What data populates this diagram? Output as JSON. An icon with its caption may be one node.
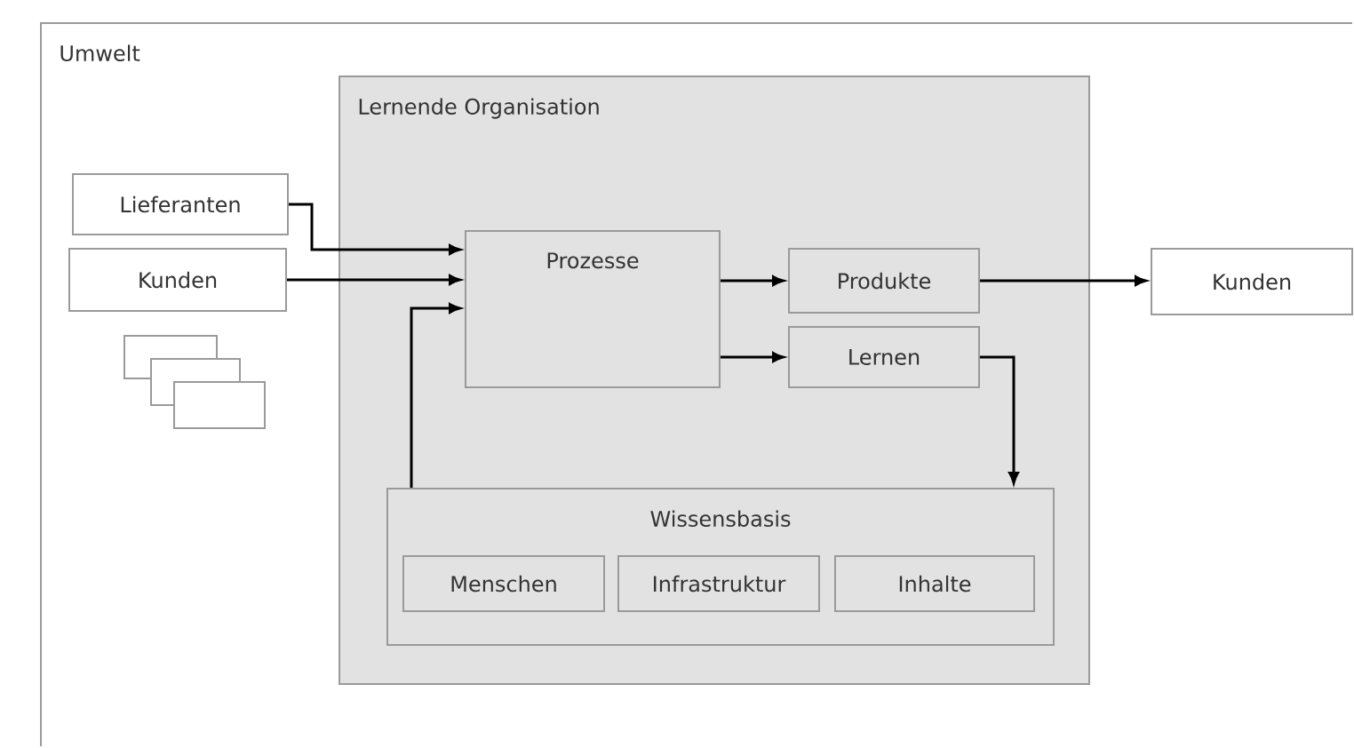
{
  "diagram": {
    "nodes": [
      {
        "text": [
          "Umwelt"
        ]
      },
      {
        "text": [
          "Lernende Organisation"
        ],
        "in": 0
      },
      {
        "text": [
          "Lieferanten"
        ],
        "in": 0
      },
      {
        "text": [
          "Kunden"
        ],
        "in": 0
      },
      {
        "text": [],
        "shape": "box",
        "in": 0
      },
      {
        "text": [],
        "shape": "box",
        "in": 0
      },
      {
        "text": [],
        "shape": "box",
        "in": 0
      },
      {
        "text": [
          "Prozesse"
        ],
        "in": 1
      },
      {
        "text": [
          "Produkte"
        ],
        "in": 1
      },
      {
        "text": [
          "Lernen"
        ],
        "in": 1
      },
      {
        "text": [
          "Kunden"
        ],
        "in": 0
      },
      {
        "text": [
          "Wissensbasis"
        ],
        "in": 1
      },
      {
        "text": [
          "Menschen"
        ],
        "in": 11
      },
      {
        "text": [
          "Infrastruktur"
        ],
        "in": 11
      },
      {
        "text": [
          "Inhalte"
        ],
        "in": 11
      }
    ],
    "edges": [
      {
        "from": 2,
        "to": 7,
        "arrow": "to"
      },
      {
        "from": 3,
        "to": 7,
        "arrow": "to"
      },
      {
        "from": 11,
        "to": 7,
        "arrow": "to"
      },
      {
        "from": 7,
        "to": 8,
        "arrow": "to"
      },
      {
        "from": 7,
        "to": 9,
        "arrow": "to"
      },
      {
        "from": 8,
        "to": 10,
        "arrow": "to"
      },
      {
        "from": 9,
        "to": 11,
        "arrow": "to"
      }
    ]
  }
}
